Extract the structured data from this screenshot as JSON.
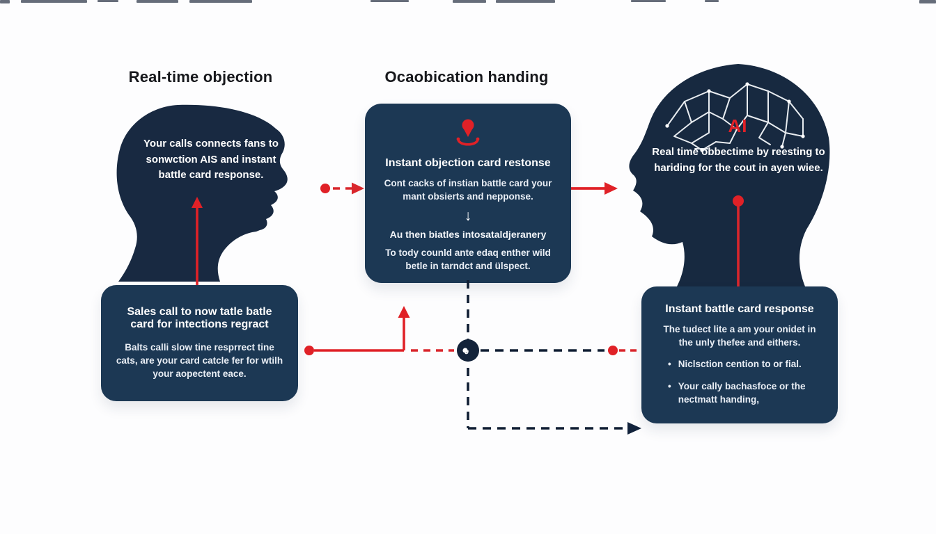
{
  "colors": {
    "background": "#fdfdfe",
    "card_navy": "#1c3854",
    "head_navy": "#182941",
    "accent_red": "#e02127",
    "line_dark": "#101e33",
    "heading_text": "#17181c",
    "body_text": "#e9eef5"
  },
  "top_headings": {
    "left": "Real-time objection",
    "center": "Ocaobication handing"
  },
  "left_head": {
    "text": "Your calls connects fans to sonwction AIS and instant battle card response."
  },
  "left_card": {
    "title": "Sales call to now tatle batle card for intections regract",
    "body": "Balts calli slow tine resprrect tine cats, are your card catcle fer for wtilh your aopectent eace."
  },
  "center_card": {
    "icon": "map-pin-icon",
    "title": "Instant objection card restonse",
    "body": "Cont cacks of instian battle card your mant obsierts and nepponse.",
    "down_arrow": "↓",
    "subtitle": "Au then biatles intosataldjeranery",
    "body2": "To tody counld ante edaq enther wild betle in tarndct and ülspect."
  },
  "right_head": {
    "ai_label": "AI",
    "text": "Real time obbectime by reesting to hariding for the cout in ayen wiee."
  },
  "right_card": {
    "title": "Instant battle card response",
    "body": "The tudect lite a am your onidet in the unly thefee and eithers.",
    "bullet_glyph": "•",
    "bullets": [
      "Niclsction cention to or fial.",
      "Your cally bachasfoce or the nectmatt handing,"
    ]
  }
}
